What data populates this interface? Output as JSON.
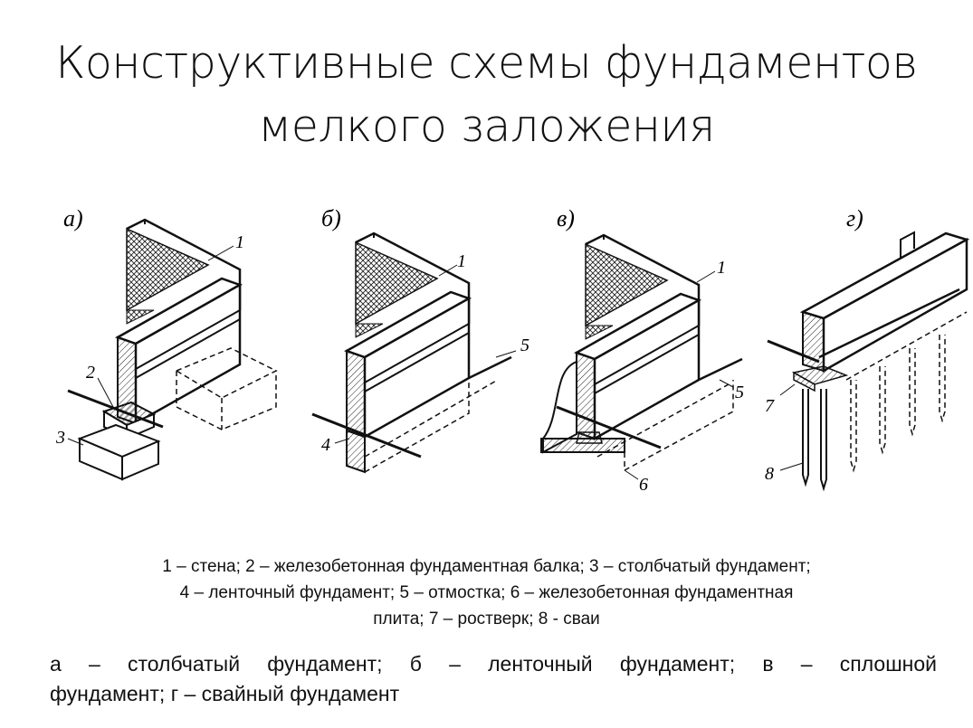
{
  "title": {
    "line1": "Конструктивные схемы фундаментов",
    "line2": "мелкого заложения"
  },
  "panels": [
    {
      "label": "а)",
      "numbers": [
        "1",
        "2",
        "3"
      ]
    },
    {
      "label": "б)",
      "numbers": [
        "1",
        "5",
        "4"
      ]
    },
    {
      "label": "в)",
      "numbers": [
        "1",
        "5",
        "6"
      ]
    },
    {
      "label": "г)",
      "numbers": [
        "7",
        "8"
      ]
    }
  ],
  "legend": {
    "line1": "1 – стена; 2 – железобетонная фундаментная балка; 3 – столбчатый фундамент;",
    "line2": "4 – ленточный фундамент; 5 – отмостка; 6 – железобетонная фундаментная",
    "line3": "плита; 7 – ростверк; 8 - сваи"
  },
  "caption": {
    "line1": "а – столбчатый фундамент; б – ленточный фундамент; в – сплошной",
    "line2": "фундамент; г – свайный фундамент"
  }
}
